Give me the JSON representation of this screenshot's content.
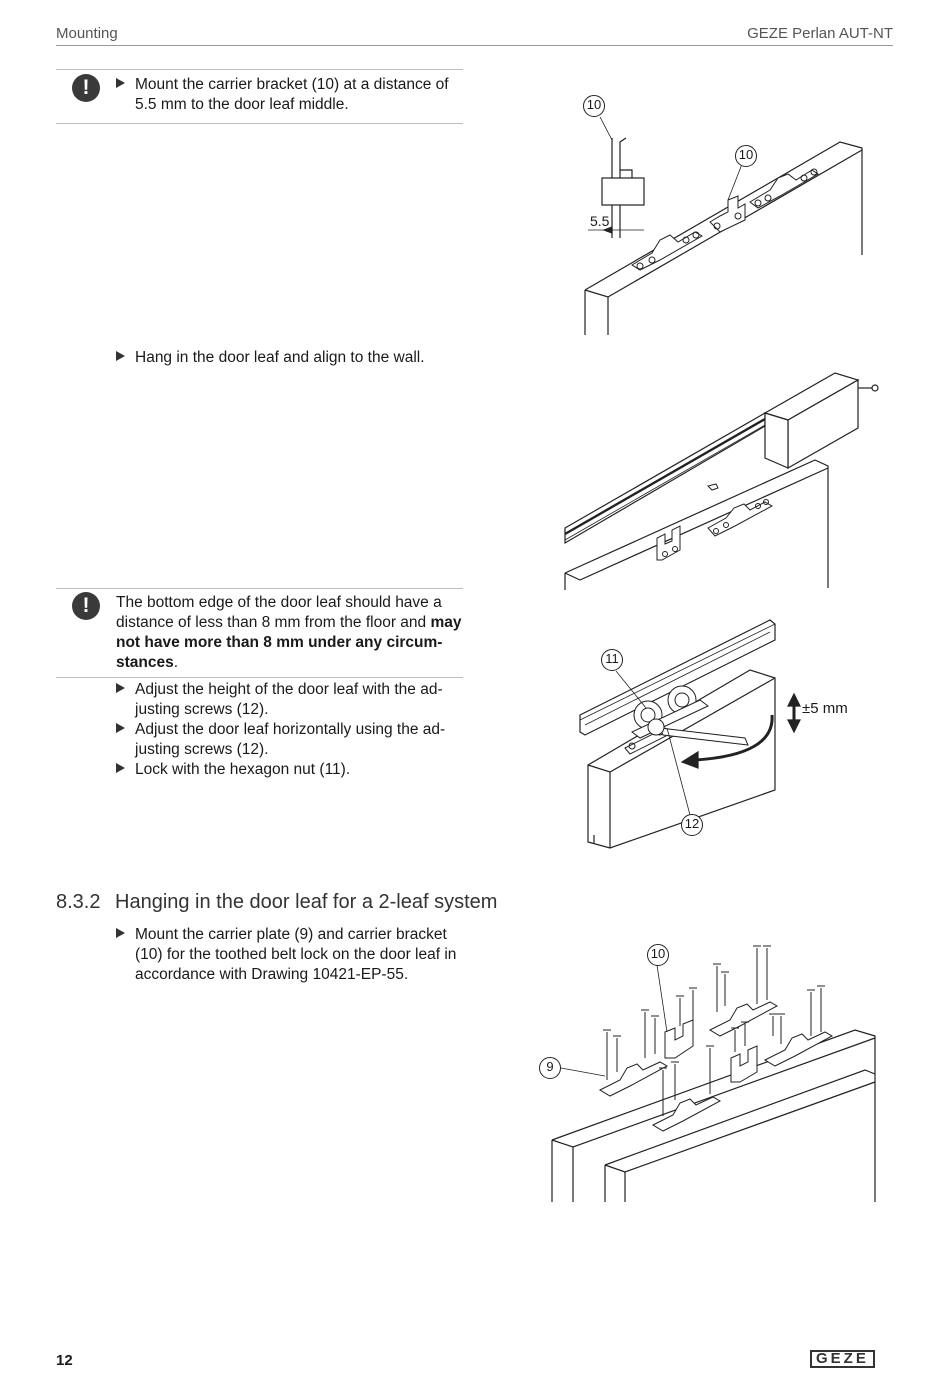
{
  "header": {
    "section": "Mounting",
    "product": "GEZE Perlan AUT-NT"
  },
  "block1": {
    "warning_icon": "exclamation-icon",
    "step_line1": "Mount the carrier bracket (10) at a distance of",
    "step_line2": "5.5 mm to the door leaf middle."
  },
  "fig1": {
    "callout_a": "10",
    "callout_b": "10",
    "dimension": "5.5"
  },
  "block2": {
    "step": "Hang in the door leaf and align to the wall."
  },
  "block3": {
    "warning_icon": "exclamation-icon",
    "note_line1": "The bottom edge of the door leaf should have a",
    "note_line2a": "distance of less than 8 mm from the floor and ",
    "note_line2b": "may",
    "note_line3": "not have more than 8 mm under any circum-",
    "note_line4a": "stances",
    "note_line4b": ".",
    "step1_line1": "Adjust the height of the door leaf with the ad-",
    "step1_line2": "justing screws (12).",
    "step2_line1": "Adjust the door leaf horizontally using the ad-",
    "step2_line2": "justing screws (12).",
    "step3": "Lock with the hexagon nut (11)."
  },
  "fig3": {
    "callout_nut": "11",
    "callout_screw": "12",
    "range": "±5 mm"
  },
  "section": {
    "number": "8.3.2",
    "title": "Hanging in the door leaf for a 2-leaf system",
    "step_line1": "Mount the carrier plate (9) and carrier bracket",
    "step_line2": "(10) for the toothed belt lock on the door leaf in",
    "step_line3": "accordance with Drawing 10421-EP-55."
  },
  "fig4": {
    "callout_bracket": "10",
    "callout_plate": "9"
  },
  "footer": {
    "page": "12",
    "logo": "GEZE"
  }
}
